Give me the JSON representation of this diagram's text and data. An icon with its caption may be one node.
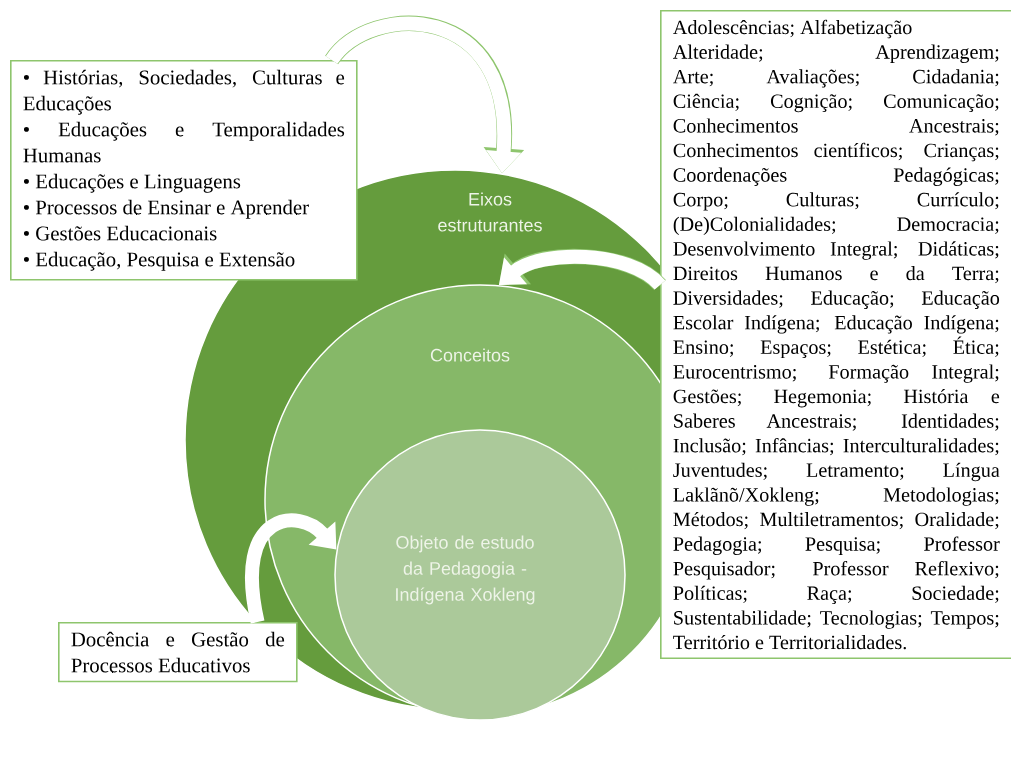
{
  "diagram": {
    "nodes": [
      {
        "text": [
          "• Histórias, Sociedades, Culturas e Educações",
          "• Educações e Temporalidades Humanas",
          "• Educações e Linguagens",
          "• Processos de Ensinar e Aprender",
          "• Gestões Educacionais",
          "• Educação, Pesquisa e Extensão"
        ]
      },
      {
        "text": [
          "Adolescências; Alfabetização",
          "Alteridade; Aprendizagem; Arte; Avaliações; Cidadania; Ciência; Cognição; Comunicação; Conhecimentos Ancestrais; Conhecimentos científicos; Crianças; Coordenações Pedagógicas; Corpo; Culturas; Currículo; (De)Colonialidades; Democracia; Desenvolvimento Integral; Didáticas; Direitos Humanos e da Terra; Diversidades; Educação; Educação Escolar Indígena; Educação Indígena; Ensino; Espaços; Estética; Ética; Eurocentrismo; Formação Integral; Gestões; Hegemonia; História e Saberes Ancestrais; Identidades; Inclusão; Infâncias; Interculturalidades; Juventudes; Letramento; Língua Laklãnõ/Xokleng; Metodologias; Métodos; Multiletramentos; Oralidade; Pedagogia; Pesquisa; Professor Pesquisador; Professor Reflexivo; Políticas; Raça; Sociedade; Sustentabilidade; Tecnologias; Tempos; Território e Territorialidades."
        ]
      },
      {
        "text": [
          "Eixos estruturantes"
        ]
      },
      {
        "text": [
          "Conceitos"
        ],
        "in": 2
      },
      {
        "text": [
          "Objeto de estudo da Pedagogia - Indígena Xokleng"
        ],
        "in": 3
      },
      {
        "text": [
          "Docência e Gestão de Processos Educativos"
        ]
      }
    ],
    "edges": [
      {
        "from": 0,
        "to": 2,
        "arrow": "to",
        "color": "#ffffff"
      },
      {
        "from": 1,
        "to": 3,
        "arrow": "to",
        "color": "#ffffff"
      },
      {
        "from": 5,
        "to": 4,
        "arrow": "to",
        "color": "#ffffff"
      }
    ]
  }
}
